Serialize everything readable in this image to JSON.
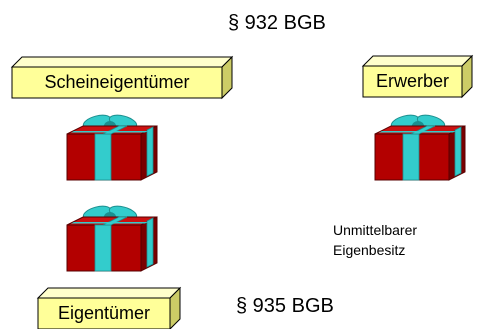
{
  "titles": {
    "top": "§ 932 BGB",
    "bottom": "§ 935 BGB"
  },
  "boxes": {
    "scheineigentuemer": "Scheineigentümer",
    "erwerber": "Erwerber",
    "eigentuemer": "Eigentümer"
  },
  "note": {
    "line1": "Unmittelbarer",
    "line2": "Eigenbesitz"
  },
  "colors": {
    "box_front": "#ffff99",
    "box_side": "#cccc66",
    "box_top": "#ffffcc",
    "gift_body": "#b30000",
    "gift_side": "#7a0000",
    "gift_lid": "#cc1111",
    "ribbon": "#33cccc",
    "ribbon_dark": "#1b8f8f"
  }
}
